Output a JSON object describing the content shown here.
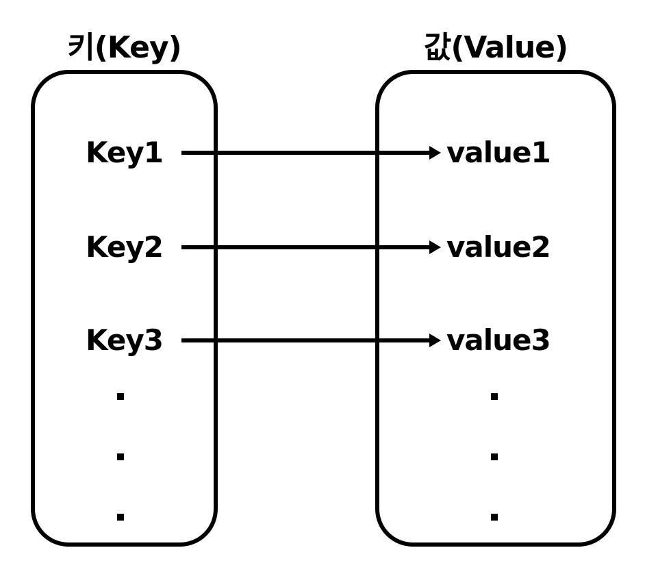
{
  "diagram": {
    "key_column": {
      "title": "키(Key)",
      "items": [
        "Key1",
        "Key2",
        "Key3"
      ],
      "ellipsis": [
        ".",
        ".",
        "."
      ]
    },
    "value_column": {
      "title": "값(Value)",
      "items": [
        "value1",
        "value2",
        "value3"
      ],
      "ellipsis": [
        ".",
        ".",
        "."
      ]
    },
    "rows": [
      {
        "key": "Key1",
        "value": "value1"
      },
      {
        "key": "Key2",
        "value": "value2"
      },
      {
        "key": "Key3",
        "value": "value3"
      }
    ],
    "colors": {
      "stroke": "#000000",
      "background": "#ffffff"
    }
  }
}
